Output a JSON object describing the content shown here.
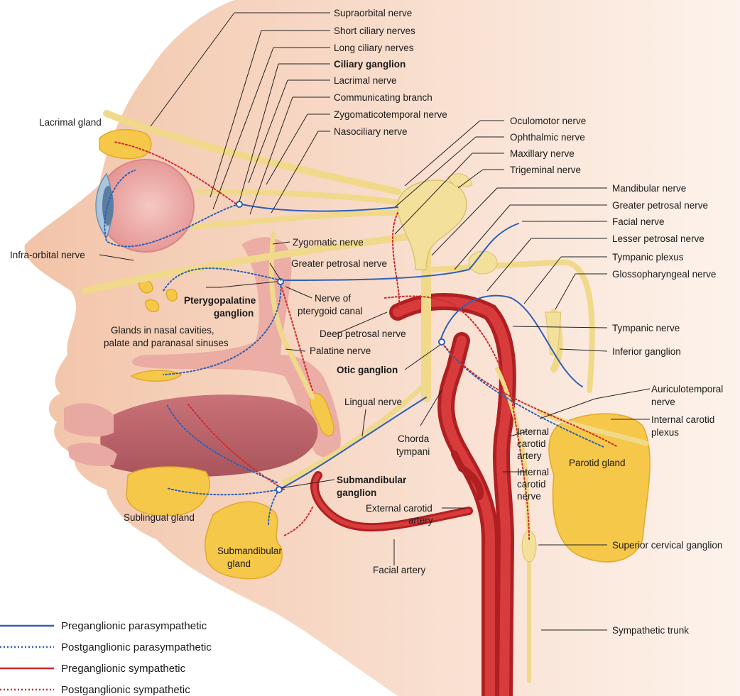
{
  "labels": {
    "supraorbital": "Supraorbital nerve",
    "short_ciliary": "Short ciliary nerves",
    "long_ciliary": "Long ciliary nerves",
    "ciliary_ganglion": "Ciliary ganglion",
    "lacrimal_nerve": "Lacrimal nerve",
    "communicating": "Communicating branch",
    "zygomaticotemporal": "Zygomaticotemporal nerve",
    "nasociliary": "Nasociliary nerve",
    "lacrimal_gland": "Lacrimal gland",
    "oculomotor": "Oculomotor nerve",
    "ophthalmic": "Ophthalmic nerve",
    "maxillary": "Maxillary nerve",
    "trigeminal": "Trigeminal nerve",
    "mandibular": "Mandibular nerve",
    "greater_petrosal_r": "Greater petrosal nerve",
    "facial_nerve": "Facial nerve",
    "lesser_petrosal": "Lesser petrosal nerve",
    "tympanic_plexus": "Tympanic plexus",
    "glossopharyngeal": "Glossopharyngeal nerve",
    "infraorbital": "Infra-orbital nerve",
    "zygomatic": "Zygomatic nerve",
    "greater_petrosal_c": "Greater petrosal nerve",
    "pterygopalatine_1": "Pterygopalatine",
    "pterygopalatine_2": "ganglion",
    "nerve_pterygoid_1": "Nerve of",
    "nerve_pterygoid_2": "pterygoid canal",
    "glands_nasal_1": "Glands in nasal cavities,",
    "glands_nasal_2": "palate and paranasal sinuses",
    "deep_petrosal": "Deep petrosal nerve",
    "tympanic_nerve": "Tympanic nerve",
    "palatine": "Palatine nerve",
    "inferior_ganglion": "Inferior ganglion",
    "otic_ganglion": "Otic ganglion",
    "auriculotemporal_1": "Auriculotemporal",
    "auriculotemporal_2": "nerve",
    "lingual": "Lingual nerve",
    "internal_carotid_plexus_1": "Internal carotid",
    "internal_carotid_plexus_2": "plexus",
    "ica_1": "Internal",
    "ica_2": "carotid",
    "ica_3": "artery",
    "chorda_1": "Chorda",
    "chorda_2": "tympani",
    "parotid": "Parotid gland",
    "icn_1": "Internal",
    "icn_2": "carotid",
    "icn_3": "nerve",
    "submandibular_ganglion_1": "Submandibular",
    "submandibular_ganglion_2": "ganglion",
    "sublingual": "Sublingual gland",
    "eca_1": "External carotid",
    "eca_2": "artery",
    "submandibular_gland_1": "Submandibular",
    "submandibular_gland_2": "gland",
    "facial_artery": "Facial artery",
    "superior_cervical": "Superior cervical ganglion",
    "sympathetic_trunk": "Sympathetic trunk"
  },
  "legend": [
    {
      "label": "Preganglionic parasympathetic",
      "color": "#2f5fb3",
      "style": "solid"
    },
    {
      "label": "Postganglionic parasympathetic",
      "color": "#2f5fb3",
      "style": "dotted"
    },
    {
      "label": "Preganglionic sympathetic",
      "color": "#d0282b",
      "style": "solid"
    },
    {
      "label": "Postganglionic sympathetic",
      "color": "#d0282b",
      "style": "dotted"
    }
  ],
  "colors": {
    "skin": "#f6d3bd",
    "nerve": "#f3e09a",
    "gland": "#f6c84a",
    "artery": "#c8282a",
    "parasympathetic": "#2f5fb3",
    "sympathetic": "#d0282b"
  }
}
